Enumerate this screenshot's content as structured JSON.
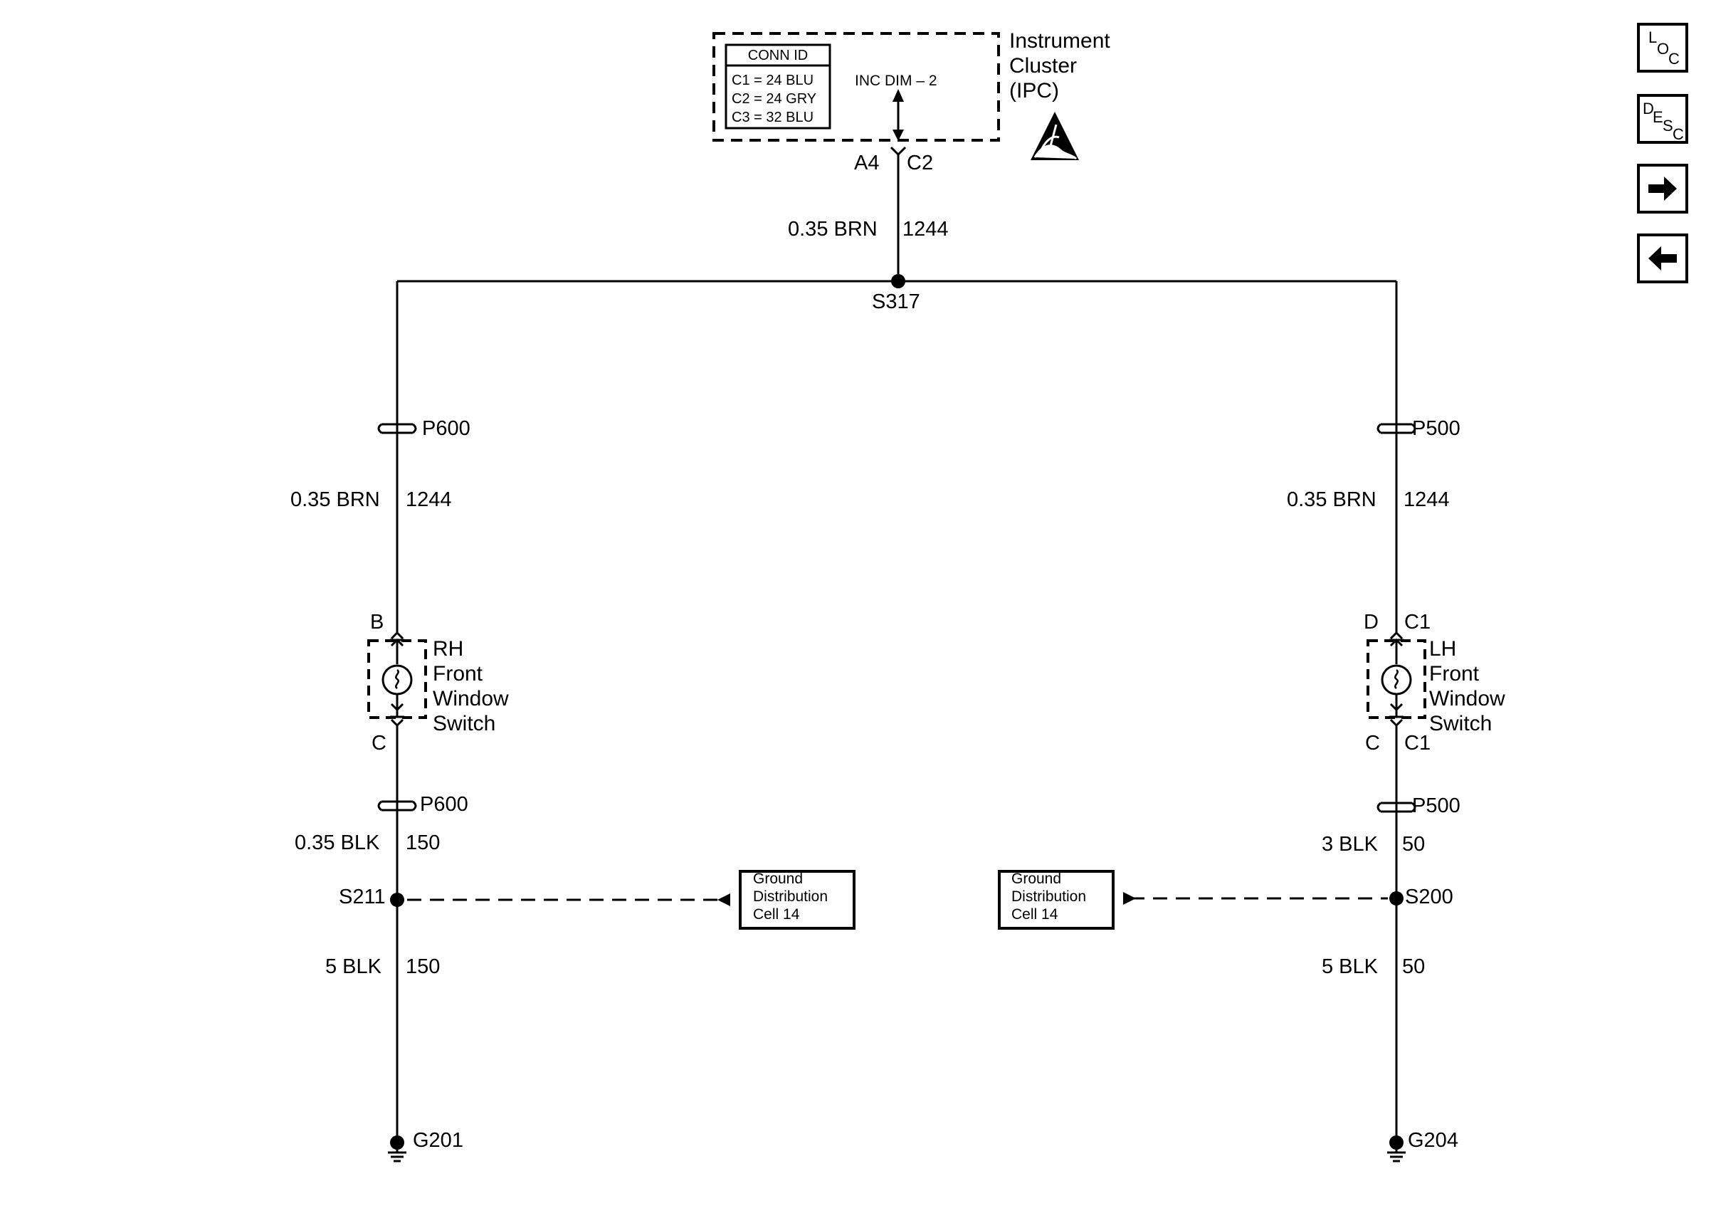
{
  "ipc": {
    "conn_title": "CONN ID",
    "conn_rows": [
      "C1 = 24 BLU",
      "C2 = 24 GRY",
      "C3 = 32 BLU"
    ],
    "signal": "INC DIM – 2",
    "name_lines": [
      "Instrument",
      "Cluster",
      "(IPC)"
    ],
    "pin": "A4",
    "connector": "C2"
  },
  "top_wire": {
    "gauge_color": "0.35 BRN",
    "circuit": "1244"
  },
  "splice_top": "S317",
  "left": {
    "inline_upper": "P600",
    "wire_upper": {
      "gauge_color": "0.35 BRN",
      "circuit": "1244"
    },
    "pin_top": "B",
    "switch_lines": [
      "RH",
      "Front",
      "Window",
      "Switch"
    ],
    "pin_bottom": "C",
    "inline_lower": "P600",
    "wire_mid": {
      "gauge_color": "0.35 BLK",
      "circuit": "150"
    },
    "splice": "S211",
    "wire_lower": {
      "gauge_color": "5 BLK",
      "circuit": "150"
    },
    "ground": "G201",
    "ref_lines": [
      "Ground",
      "Distribution",
      "Cell 14"
    ]
  },
  "right": {
    "inline_upper": "P500",
    "wire_upper": {
      "gauge_color": "0.35 BRN",
      "circuit": "1244"
    },
    "pin_top": "D",
    "conn_top": "C1",
    "switch_lines": [
      "LH",
      "Front",
      "Window",
      "Switch"
    ],
    "pin_bottom": "C",
    "conn_bottom": "C1",
    "inline_lower": "P500",
    "wire_mid": {
      "gauge_color": "3 BLK",
      "circuit": "50"
    },
    "splice": "S200",
    "wire_lower": {
      "gauge_color": "5 BLK",
      "circuit": "50"
    },
    "ground": "G204",
    "ref_lines": [
      "Ground",
      "Distribution",
      "Cell 14"
    ]
  },
  "nav": {
    "loc": {
      "L": "L",
      "O": "O",
      "C": "C"
    },
    "desc": {
      "D": "D",
      "E": "E",
      "S": "S",
      "C": "C"
    },
    "next_icon": "arrow-right-icon",
    "back_icon": "arrow-left-icon"
  },
  "colors": {
    "line": "#000000",
    "background": "#ffffff"
  }
}
